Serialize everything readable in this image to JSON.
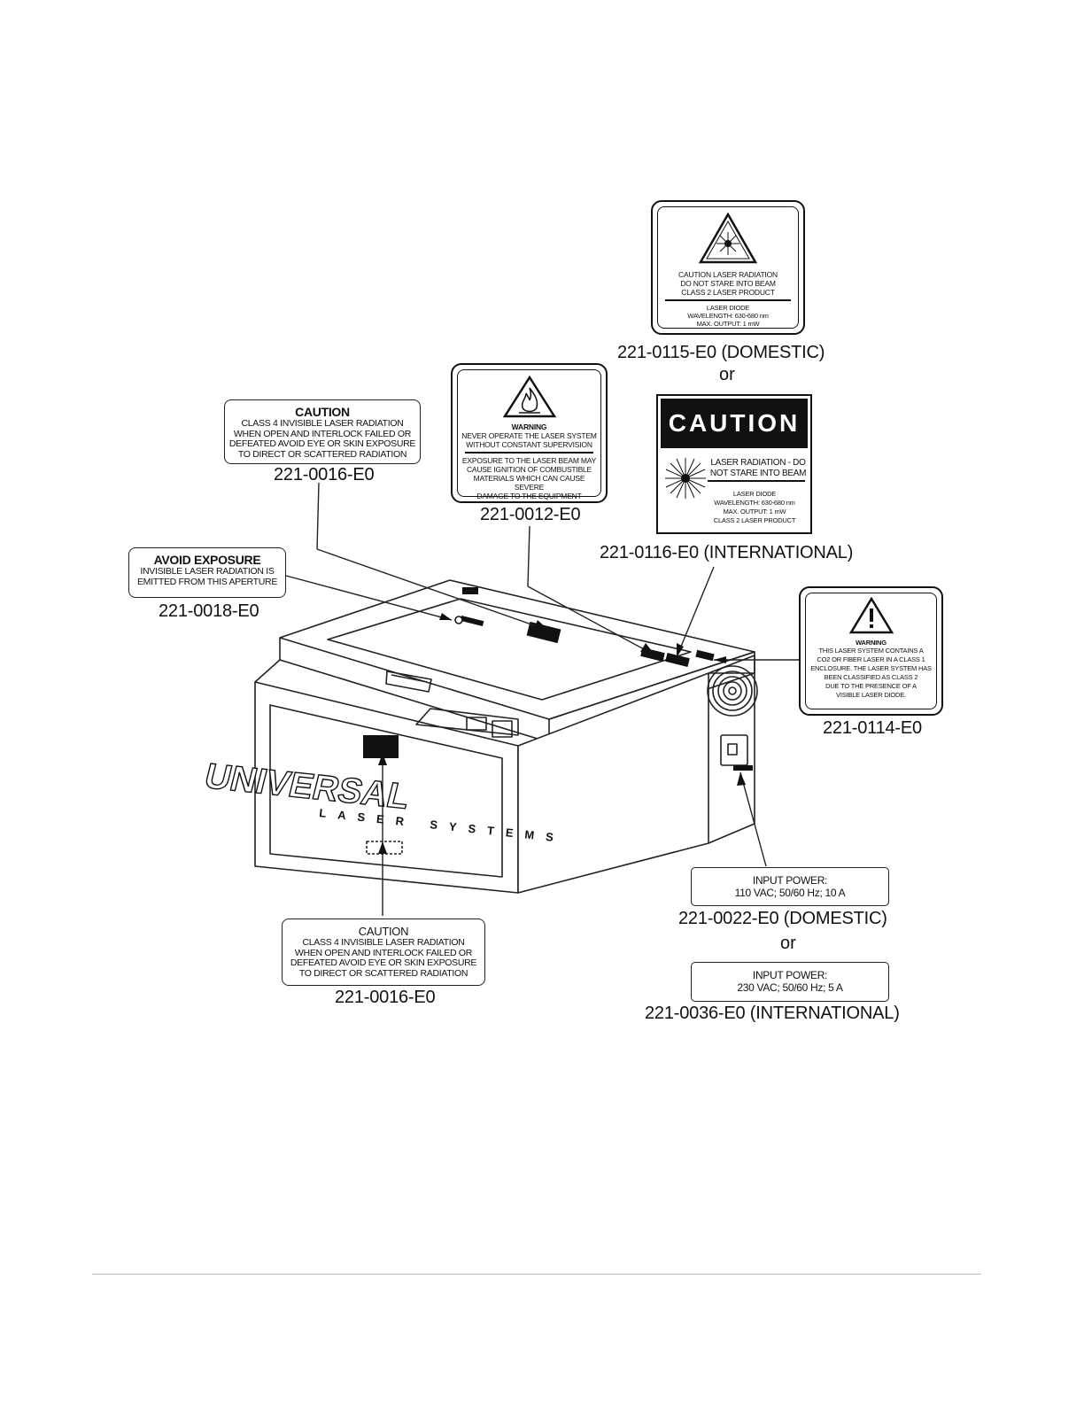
{
  "labels": {
    "l0115": {
      "lines": [
        "CAUTION LASER RADIATION",
        "DO NOT STARE INTO BEAM",
        "CLASS 2 LASER PRODUCT"
      ],
      "lines2": [
        "LASER DIODE",
        "WAVELENGTH: 630-680 nm",
        "MAX. OUTPUT: 1 mW"
      ],
      "part": "221-0115-E0 (DOMESTIC)"
    },
    "or1": "or",
    "l0116": {
      "header": "CAUTION",
      "lines": [
        "LASER RADIATION - DO",
        "NOT STARE INTO BEAM"
      ],
      "lines2": [
        "LASER DIODE",
        "WAVELENGTH: 630-680 nm",
        "MAX. OUTPUT: 1 mW",
        "CLASS 2 LASER PRODUCT"
      ],
      "part": "221-0116-E0 (INTERNATIONAL)"
    },
    "l0012": {
      "title": "WARNING",
      "lines": [
        "NEVER OPERATE THE LASER SYSTEM",
        "WITHOUT CONSTANT SUPERVISION"
      ],
      "lines2": [
        "EXPOSURE TO THE LASER BEAM MAY",
        "CAUSE IGNITION OF COMBUSTIBLE",
        "MATERIALS WHICH CAN CAUSE SEVERE",
        "DAMAGE TO THE EQUIPMENT"
      ],
      "part": "221-0012-E0"
    },
    "l0016_top": {
      "title": "CAUTION",
      "lines": [
        "CLASS 4 INVISIBLE LASER RADIATION",
        "WHEN OPEN AND INTERLOCK FAILED OR",
        "DEFEATED AVOID EYE OR SKIN EXPOSURE",
        "TO DIRECT OR SCATTERED RADIATION"
      ],
      "part": "221-0016-E0"
    },
    "l0018": {
      "title": "AVOID EXPOSURE",
      "lines": [
        "INVISIBLE LASER RADIATION IS",
        "EMITTED FROM THIS APERTURE"
      ],
      "part": "221-0018-E0"
    },
    "l0114": {
      "title": "WARNING",
      "lines": [
        "THIS LASER SYSTEM CONTAINS A",
        "CO2 OR FIBER LASER IN A CLASS 1",
        "ENCLOSURE. THE LASER SYSTEM HAS",
        "BEEN CLASSIFIED AS CLASS 2",
        "DUE TO THE PRESENCE OF A",
        "VISIBLE LASER DIODE."
      ],
      "part": "221-0114-E0"
    },
    "l0022": {
      "lines": [
        "INPUT POWER:",
        "110 VAC; 50/60 Hz; 10 A"
      ],
      "part": "221-0022-E0 (DOMESTIC)"
    },
    "or2": "or",
    "l0036": {
      "lines": [
        "INPUT POWER:",
        "230 VAC; 50/60 Hz; 5 A"
      ],
      "part": "221-0036-E0 (INTERNATIONAL)"
    },
    "l0016_bottom": {
      "title": "CAUTION",
      "lines": [
        "CLASS 4 INVISIBLE LASER RADIATION",
        "WHEN OPEN AND INTERLOCK FAILED OR",
        "DEFEATED AVOID EYE OR SKIN EXPOSURE",
        "TO DIRECT OR SCATTERED RADIATION"
      ],
      "part": "221-0016-E0"
    }
  },
  "machine": {
    "brand": "UNIVERSAL",
    "brand_sub": "LASER SYSTEMS"
  }
}
